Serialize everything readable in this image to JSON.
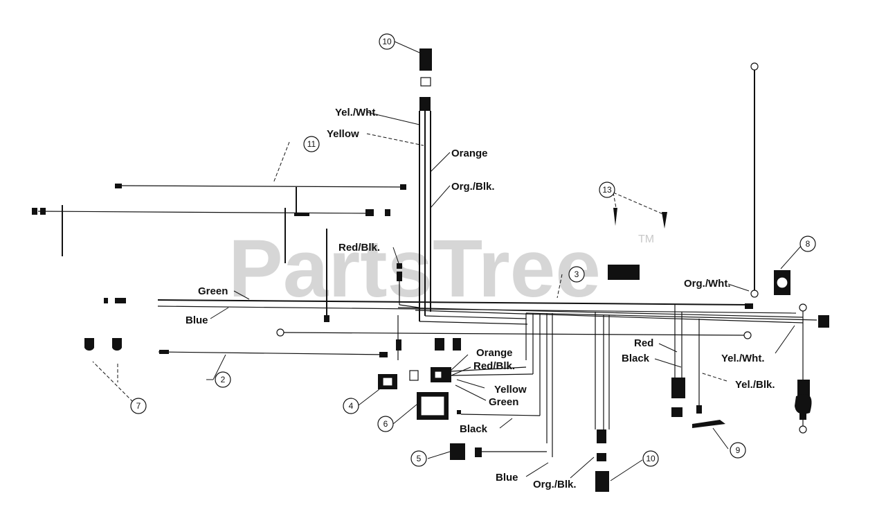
{
  "watermark": {
    "text": "PartsTree",
    "tm": "TM"
  },
  "wire_labels": {
    "yel_wht_top": "Yel./Wht.",
    "yellow_top": "Yellow",
    "orange_top": "Orange",
    "org_blk_top": "Org./Blk.",
    "red_blk_left": "Red/Blk.",
    "green_left": "Green",
    "blue_left": "Blue",
    "org_wht_right": "Org./Wht.",
    "red_right": "Red",
    "black_right": "Black",
    "yel_wht_right": "Yel./Wht.",
    "yel_blk_right": "Yel./Blk.",
    "orange_mid": "Orange",
    "red_blk_mid": "Red/Blk.",
    "yellow_mid": "Yellow",
    "green_mid": "Green",
    "black_mid": "Black",
    "blue_bottom": "Blue",
    "org_blk_bottom": "Org./Blk."
  },
  "callouts": {
    "c2": "2",
    "c3": "3",
    "c4": "4",
    "c5": "5",
    "c6": "6",
    "c7": "7",
    "c8": "8",
    "c9": "9",
    "c10_top": "10",
    "c10_bottom": "10",
    "c11": "11",
    "c13": "13"
  }
}
